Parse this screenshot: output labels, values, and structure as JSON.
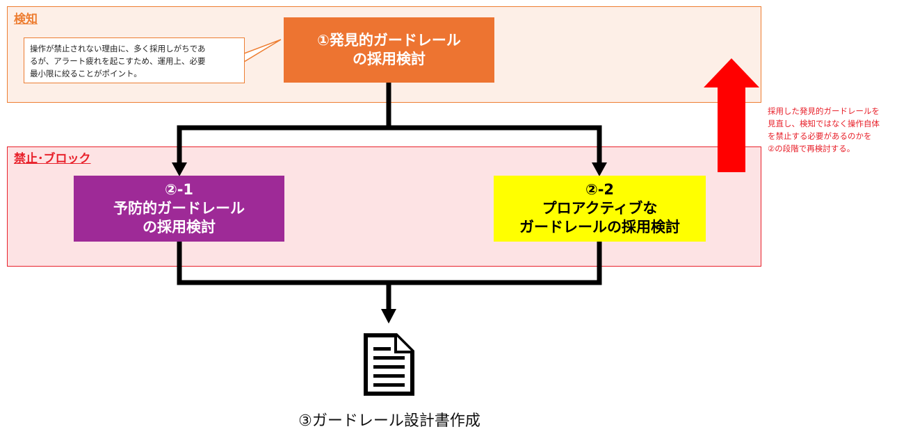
{
  "zones": {
    "detect": {
      "title": "検知",
      "color": "#ed7d31"
    },
    "block": {
      "title": "禁止･ブロック",
      "color": "#e8202a"
    }
  },
  "callout": {
    "lines": [
      "操作が禁止されない理由に、多く採用しがちであ",
      "るが、アラート疲れを起こすため、運用上、必要",
      "最小限に絞ることがポイント。"
    ]
  },
  "boxes": {
    "step1": {
      "text": "①発見的ガードレール\nの採用検討",
      "fill": "#ed7431"
    },
    "step2a": {
      "text": "②-1\n予防的ガードレール\nの採用検討",
      "fill": "#9e2a97"
    },
    "step2b": {
      "text": "②-2\nプロアクティブな\nガードレールの採用検討",
      "fill": "#ffff00"
    }
  },
  "side_note": {
    "lines": [
      "採用した発見的ガードレールを",
      "見直し、検知ではなく操作自体",
      "を禁止する必要があるのかを",
      "②の段階で再検討する。"
    ]
  },
  "output": {
    "icon": "document-icon",
    "label": "③ガードレール設計書作成"
  },
  "feedback_arrow": {
    "direction": "up",
    "color": "#ff0000"
  }
}
